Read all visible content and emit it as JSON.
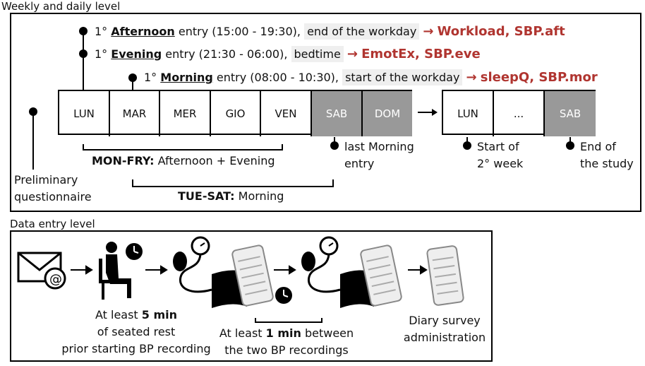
{
  "weekly": {
    "title": "Weekly and daily level",
    "entries": [
      {
        "prefix": "1° ",
        "label": "Afternoon",
        "time": " entry (15:00 - 19:30), ",
        "context": "end of the workday",
        "outcome": "Workload, SBP.aft"
      },
      {
        "prefix": "1° ",
        "label": "Evening",
        "time": " entry (21:30 - 06:00), ",
        "context": "bedtime",
        "outcome": "EmotEx, SBP.eve"
      },
      {
        "prefix": "1° ",
        "label": "Morning",
        "time": " entry (08:00 - 10:30), ",
        "context": "start of the workday",
        "outcome": "sleepQ, SBP.mor"
      }
    ],
    "week1": [
      "LUN",
      "MAR",
      "MER",
      "GIO",
      "VEN",
      "SAB",
      "DOM"
    ],
    "week2": [
      "LUN",
      "...",
      "SAB"
    ],
    "preliminary": [
      "Preliminary",
      "questionnaire"
    ],
    "mon_fry_bold": "MON-FRY:",
    "mon_fry_rest": " Afternoon + Evening",
    "tue_sat_bold": "TUE-SAT:",
    "tue_sat_rest": " Morning",
    "last_morning": [
      "last Morning",
      "entry"
    ],
    "start_second": [
      "Start of",
      "2° week"
    ],
    "end_study": [
      "End of",
      "the study"
    ],
    "arrow": "→",
    "arrow_red": "→"
  },
  "data_entry": {
    "title": "Data entry level",
    "rest_line1": "At least ",
    "rest_bold": "5 min",
    "rest_line2": "of seated rest",
    "rest_line3": "prior starting BP recording",
    "between_line1a": "At least ",
    "between_bold": "1 min",
    "between_line1b": " between",
    "between_line2": "the two BP recordings",
    "diary_line1": "Diary survey",
    "diary_line2": "administration"
  }
}
